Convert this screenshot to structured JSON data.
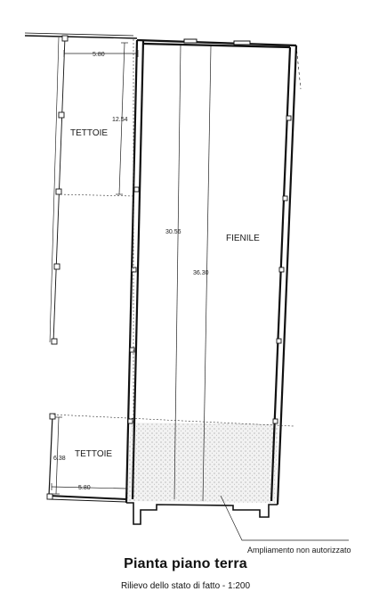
{
  "labels": {
    "tettoie_upper": "TETTOIE",
    "tettoie_lower": "TETTOIE",
    "fienile": "FIENILE",
    "annotation": "Ampliamento non autorizzato"
  },
  "dimensions": {
    "upper_width": "5.80",
    "upper_depth": "12.54",
    "inner_length": "30.56",
    "outer_length": "36.30",
    "lower_depth": "6.38",
    "lower_width": "5.80"
  },
  "title": {
    "main": "Pianta piano terra",
    "sub": "Rilievo dello stato di fatto - 1:200"
  }
}
